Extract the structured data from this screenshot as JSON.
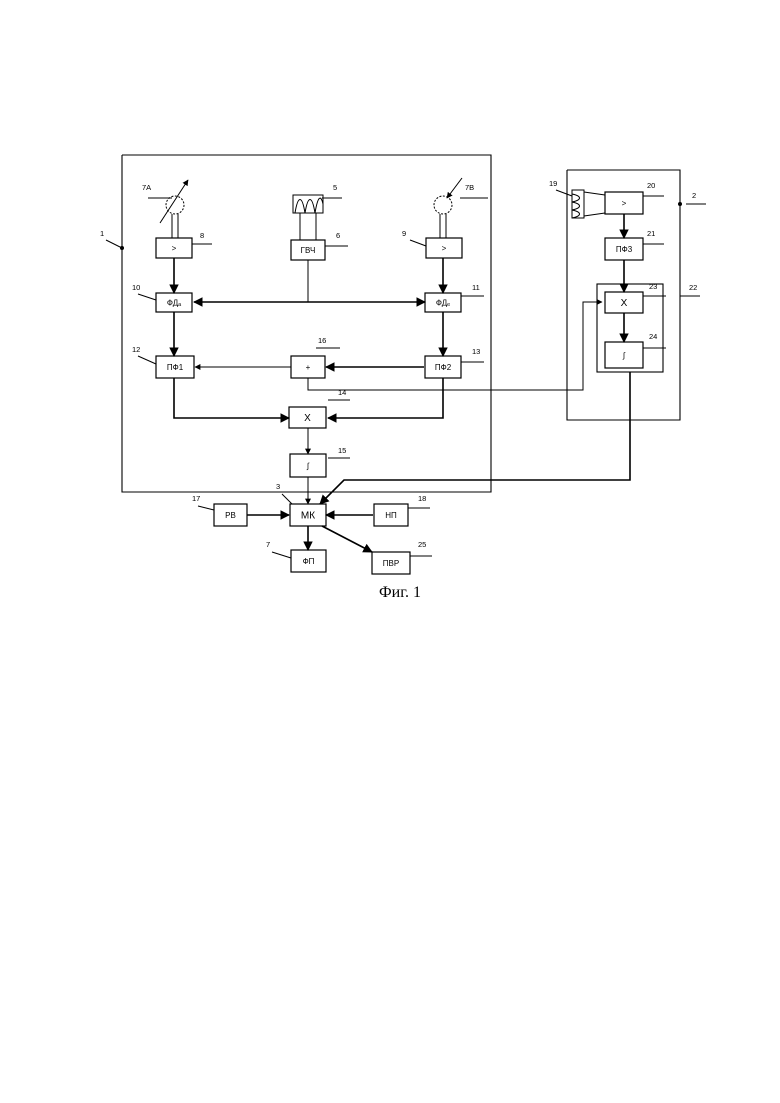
{
  "caption": "Фиг. 1",
  "blocks": {
    "b8": ">",
    "b6": "ГВЧ",
    "b9": ">",
    "b10": "ФДₐ",
    "b11": "ФДₑ",
    "b12": "ПФ1",
    "b16": "+",
    "b13": "ПФ2",
    "b14": "X",
    "b15": "∫",
    "b3": "МК",
    "b17": "РВ",
    "b18": "НП",
    "b7": "ФП",
    "b25": "ПВР",
    "b20": ">",
    "b21": "ПФ3",
    "b23": "X",
    "b24": "∫"
  },
  "refs": {
    "r7A": "7А",
    "r5": "5",
    "r7B": "7В",
    "r1": "1",
    "r8": "8",
    "r6": "6",
    "r9": "9",
    "r10": "10",
    "r11": "11",
    "r12": "12",
    "r16": "16",
    "r13": "13",
    "r14": "14",
    "r15": "15",
    "r3": "3",
    "r17": "17",
    "r18": "18",
    "r7": "7",
    "r25": "25",
    "r19": "19",
    "r20": "20",
    "r2": "2",
    "r21": "21",
    "r22": "22",
    "r23": "23",
    "r24": "24"
  }
}
